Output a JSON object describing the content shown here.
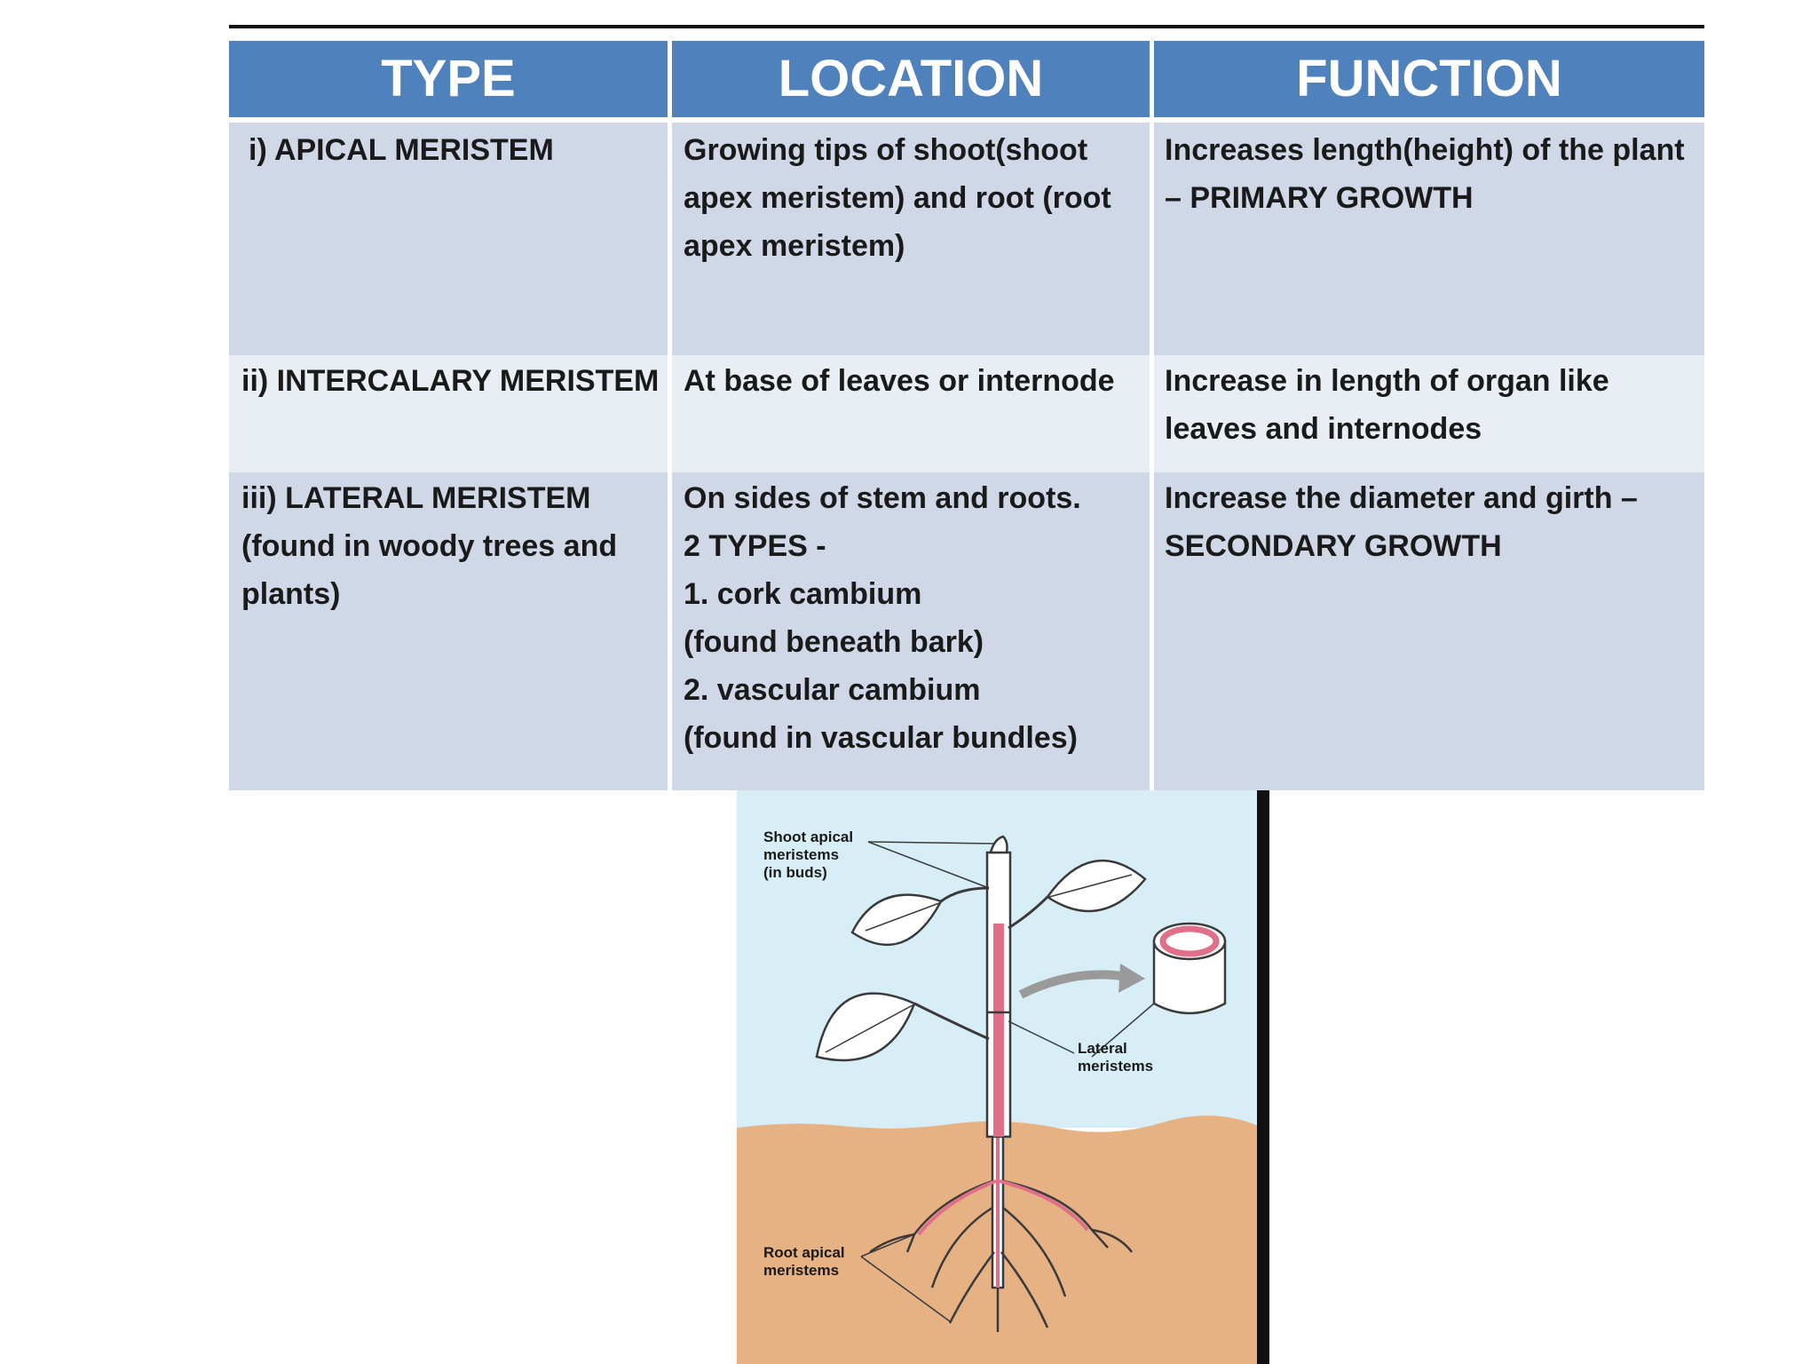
{
  "table": {
    "headers": [
      "TYPE",
      "LOCATION",
      "FUNCTION"
    ],
    "rows": [
      {
        "type": [
          "i) APICAL MERISTEM"
        ],
        "location": [
          "Growing tips of shoot(shoot",
          "apex meristem) and root (root",
          "apex meristem)"
        ],
        "function": [
          "Increases length(height) of the plant",
          "– PRIMARY GROWTH"
        ]
      },
      {
        "type": [
          "ii) INTERCALARY MERISTEM"
        ],
        "location": [
          "At base of leaves or internode"
        ],
        "function": [
          "Increase in length of organ like",
          "leaves and internodes"
        ]
      },
      {
        "type": [
          "iii) LATERAL MERISTEM",
          "(found in woody trees and",
          "plants)"
        ],
        "location": [
          "On sides of stem and roots.",
          "2 TYPES -",
          "1. cork cambium",
          "(found beneath bark)",
          "2. vascular cambium",
          "(found in vascular bundles)"
        ],
        "function": [
          "Increase the diameter and girth –",
          "SECONDARY GROWTH"
        ]
      }
    ]
  },
  "diagram": {
    "shoot_label": [
      "Shoot apical",
      "meristems",
      "(in buds)"
    ],
    "lateral_label": [
      "Lateral",
      "meristems"
    ],
    "root_label": [
      "Root apical",
      "meristems"
    ]
  },
  "colors": {
    "header": "#4f81bd",
    "row_dark": "#d0d8e8",
    "row_light": "#e9edf4",
    "sky": "#d8eef7",
    "soil": "#e6b183",
    "meristem": "#e0708a"
  }
}
